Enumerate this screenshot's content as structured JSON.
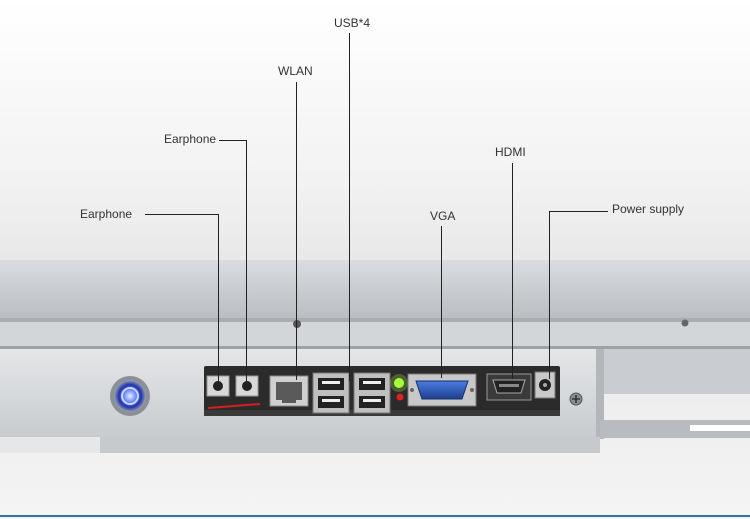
{
  "labels": {
    "usb": "USB*4",
    "wlan": "WLAN",
    "earphone_upper": "Earphone",
    "earphone_lower": "Earphone",
    "hdmi": "HDMI",
    "vga": "VGA",
    "power": "Power supply"
  },
  "colors": {
    "accent_blue": "#2f6fb0",
    "vga_blue": "#2a59b8",
    "led_green": "#a8ff3c",
    "led_red": "#e02020",
    "power_button_glow": "#4466ff"
  },
  "icons": [
    "power-button-icon",
    "screw-icon"
  ]
}
